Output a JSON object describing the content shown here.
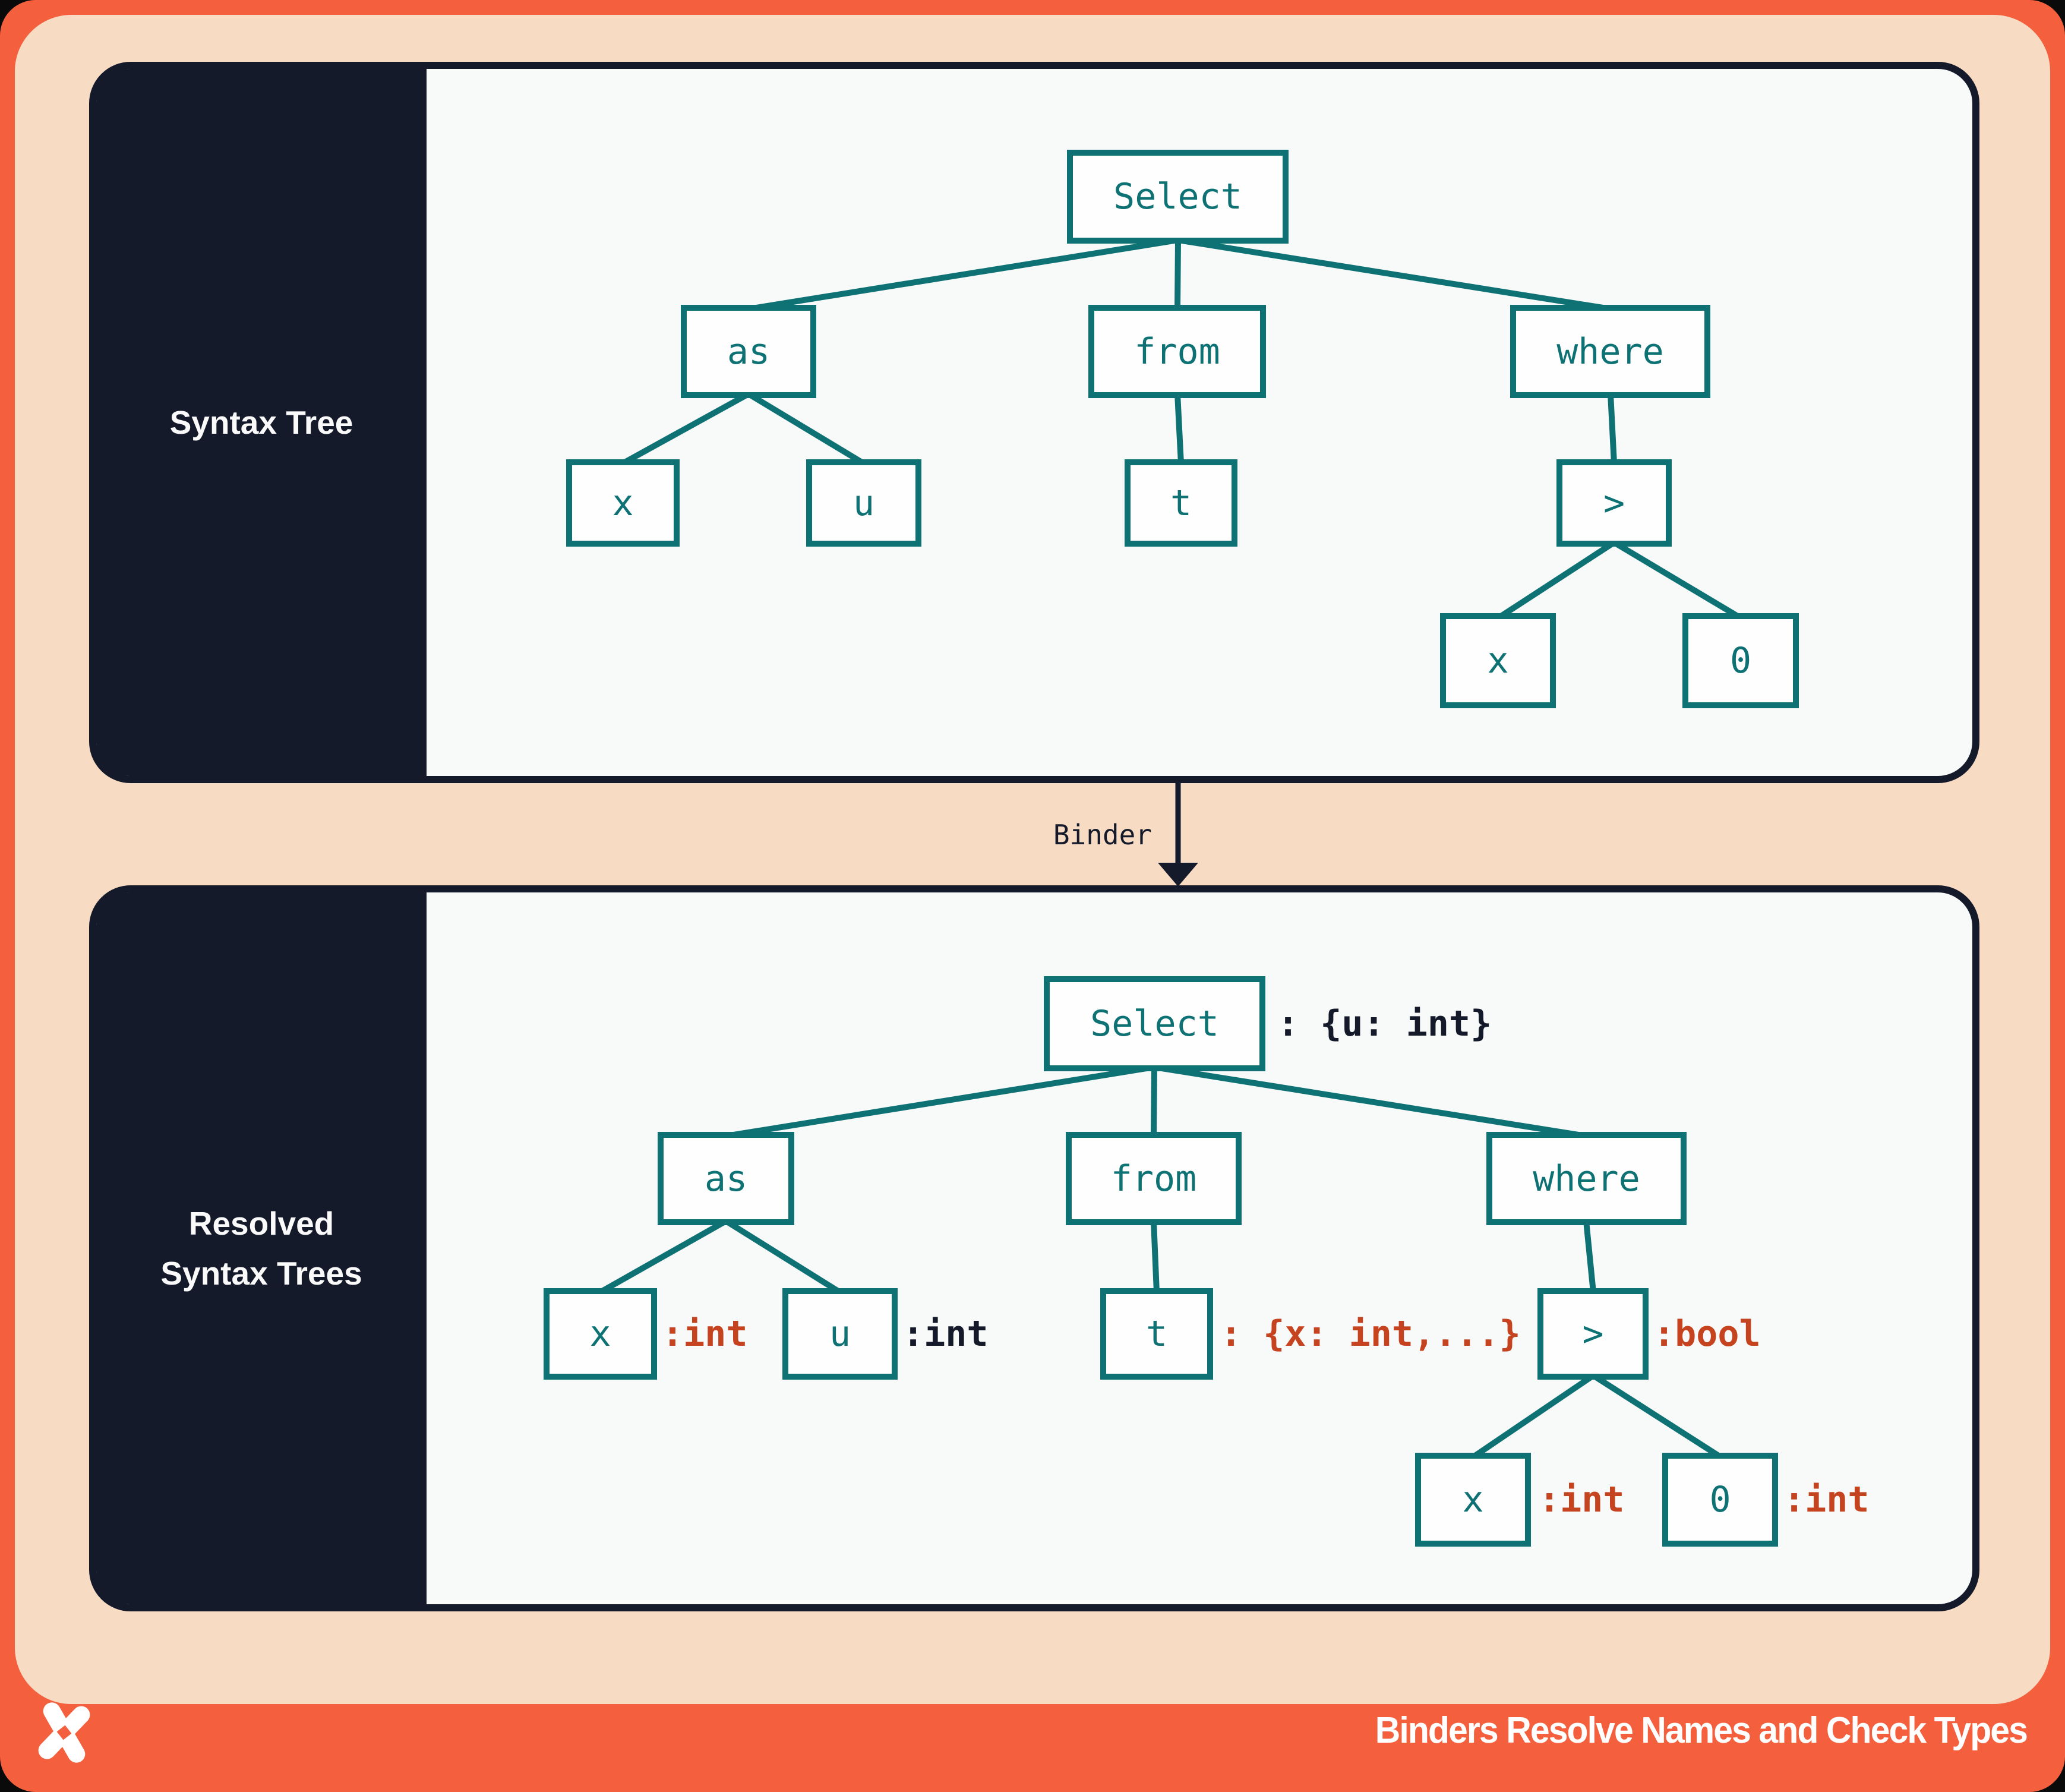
{
  "colors": {
    "frame_coral": "#F4603D",
    "canvas_peach": "#F8DBC3",
    "panel_background": "#F8F9F9",
    "panel_border_navy": "#141A2A",
    "node_teal": "#0E7274",
    "annotation_red": "#C5431F",
    "annotation_dark": "#141A2A",
    "sidebar_text": "#FAFAFA"
  },
  "syntax_tree_panel": {
    "sidebar_label": "Syntax Tree",
    "nodes": {
      "select": "Select",
      "as": "as",
      "from": "from",
      "where": "where",
      "x1": "x",
      "u": "u",
      "t": "t",
      "gt": ">",
      "x2": "x",
      "zero": "0"
    }
  },
  "binder": {
    "label": "Binder"
  },
  "resolved_panel": {
    "sidebar_label_line1": "Resolved",
    "sidebar_label_line2": "Syntax Trees",
    "nodes": {
      "select": "Select",
      "as": "as",
      "from": "from",
      "where": "where",
      "x1": "x",
      "u": "u",
      "t": "t",
      "gt": ">",
      "x2": "x",
      "zero": "0"
    },
    "annotations": {
      "select": ": {u: int}",
      "x1": ":int",
      "u": ":int",
      "t": ": {x: int,...}",
      "gt": ":bool",
      "x2": ":int",
      "zero": ":int"
    }
  },
  "footer": {
    "title": "Binders Resolve Names and Check Types",
    "logo": "x-star-logo"
  }
}
